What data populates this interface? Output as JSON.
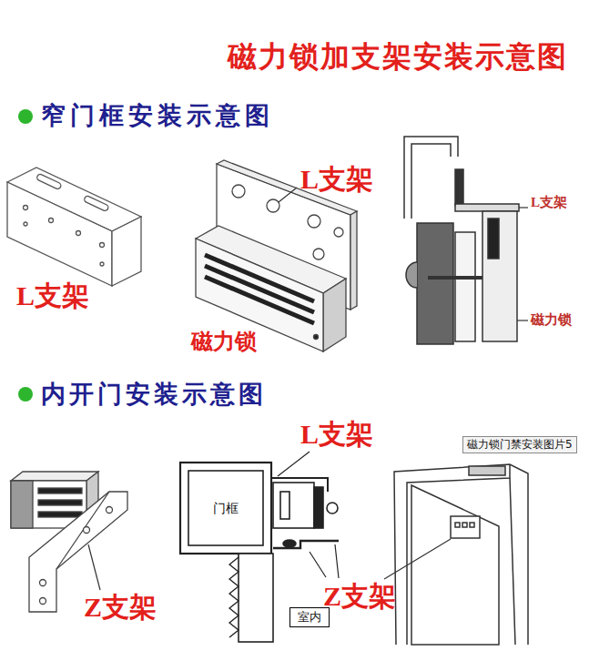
{
  "diagram": {
    "title": "磁力锁加支架安装示意图",
    "nodes": [
      {
        "text": [
          "磁力锁门禁安装图片5"
        ]
      },
      {
        "text": [
          "门框"
        ]
      },
      {
        "text": [
          "室内"
        ]
      }
    ],
    "labels": [
      "窄门框安装示意图",
      "L支架",
      "L支架",
      "L支架",
      "磁力锁",
      "磁力锁",
      "内开门安装示意图",
      "L支架",
      "Z支架",
      "Z支架"
    ]
  }
}
